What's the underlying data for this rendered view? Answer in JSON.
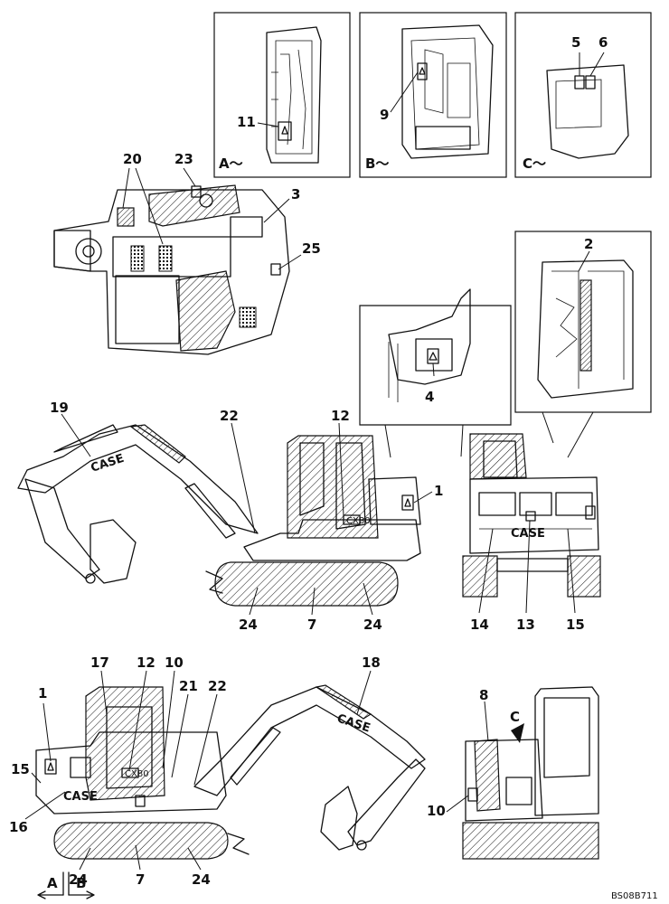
{
  "detail_views": {
    "a": {
      "caption": "A～",
      "callouts": [
        "11"
      ]
    },
    "b": {
      "caption": "B～",
      "callouts": [
        "9"
      ]
    },
    "c": {
      "caption": "C～",
      "callouts": [
        "5",
        "6"
      ]
    }
  },
  "top_view": {
    "callouts": [
      "20",
      "23",
      "3",
      "25"
    ]
  },
  "inset_valve": {
    "callouts": [
      "4"
    ]
  },
  "inset_engine": {
    "callouts": [
      "2"
    ]
  },
  "side_view_right": {
    "callouts": [
      "19",
      "22",
      "12",
      "1",
      "24",
      "7",
      "24"
    ],
    "logo": "CASE",
    "cab_badge": "CX80"
  },
  "rear_view": {
    "callouts": [
      "14",
      "13",
      "15"
    ],
    "logo": "CASE"
  },
  "side_view_left": {
    "callouts": [
      "17",
      "12",
      "10",
      "21",
      "22",
      "18",
      "1",
      "15",
      "16",
      "24",
      "7",
      "24"
    ],
    "logo": "CASE",
    "cab_badge": "CX80"
  },
  "front_view": {
    "callouts": [
      "8",
      "C",
      "10"
    ]
  },
  "section_arrows": {
    "a": "A",
    "b": "B"
  },
  "drawing_code": "BS08B711"
}
